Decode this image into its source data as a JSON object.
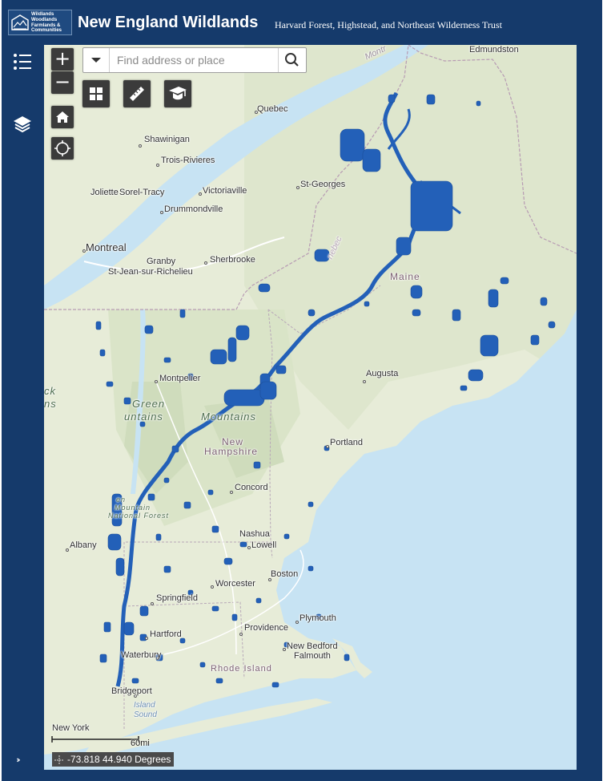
{
  "header": {
    "logo_lines": [
      "Wildlands",
      "Woodlands",
      "Farmlands &",
      "Communities"
    ],
    "title": "New England Wildlands",
    "subtitle": "Harvard Forest, Highstead, and Northeast Wilderness Trust"
  },
  "sidebar": {
    "items": [
      {
        "name": "legend",
        "icon": "list-icon"
      },
      {
        "name": "layers",
        "icon": "layers-icon"
      }
    ],
    "collapse_icon": "double-chevron-right-icon",
    "collapse_label": "››"
  },
  "map_tools": {
    "zoom_in": "+",
    "zoom_out": "−",
    "search_placeholder": "Find address or place",
    "buttons": [
      "basemap-gallery-icon",
      "measure-icon",
      "education-icon"
    ],
    "home_icon": "home-icon",
    "locate_icon": "locate-icon"
  },
  "places": [
    {
      "label": "Edmundston"
    },
    {
      "label": "Quebec"
    },
    {
      "label": "Shawinigan"
    },
    {
      "label": "Trois-Rivieres"
    },
    {
      "label": "St-Georges"
    },
    {
      "label": "Joliette"
    },
    {
      "label": "Sorel-Tracy"
    },
    {
      "label": "Victoriaville"
    },
    {
      "label": "Drummondville"
    },
    {
      "label": "Montreal"
    },
    {
      "label": "Granby"
    },
    {
      "label": "Sherbrooke"
    },
    {
      "label": "St-Jean-sur-Richelieu"
    },
    {
      "label": "Maine"
    },
    {
      "label": "Montpelier"
    },
    {
      "label": "Augusta"
    },
    {
      "label": "Green"
    },
    {
      "label": "untains"
    },
    {
      "label": "Mountains"
    },
    {
      "label": "New"
    },
    {
      "label": "Hampshire"
    },
    {
      "label": "Portland"
    },
    {
      "label": "Concord"
    },
    {
      "label": "Nashua"
    },
    {
      "label": "Lowell"
    },
    {
      "label": "Albany"
    },
    {
      "label": "Boston"
    },
    {
      "label": "Worcester"
    },
    {
      "label": "Springfield"
    },
    {
      "label": "Plymouth"
    },
    {
      "label": "Providence"
    },
    {
      "label": "Hartford"
    },
    {
      "label": "New Bedford"
    },
    {
      "label": "Falmouth"
    },
    {
      "label": "Waterbury"
    },
    {
      "label": "Rhode Island"
    },
    {
      "label": "Bridgeport"
    },
    {
      "label": "Island"
    },
    {
      "label": "Sound"
    },
    {
      "label": "New York"
    },
    {
      "label": "Montr"
    },
    {
      "label": "nebec"
    },
    {
      "label": "en"
    },
    {
      "label": "Mountain"
    },
    {
      "label": "National Forest"
    },
    {
      "label": "ck"
    },
    {
      "label": "ns"
    }
  ],
  "scale": {
    "label": "60mi"
  },
  "coords": {
    "text": "-73.818 44.940 Degrees"
  },
  "colors": {
    "header_bg": "#153a6b",
    "wildlands": "#2360b8",
    "water": "#c7e3f3",
    "land": "#e7ecd8"
  }
}
